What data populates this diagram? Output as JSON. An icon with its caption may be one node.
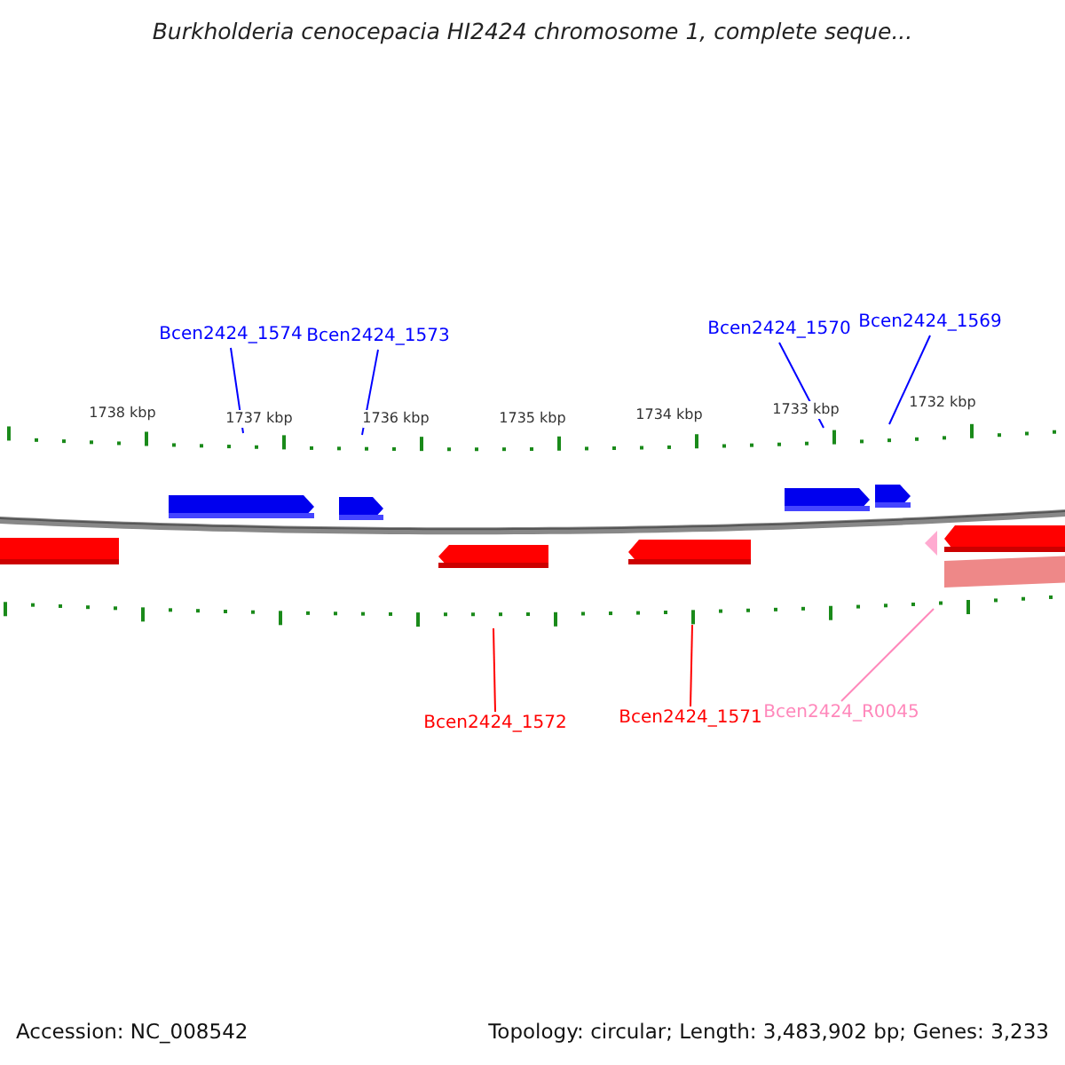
{
  "diagram": {
    "title": "Burkholderia cenocepacia HI2424 chromosome 1, complete seque...",
    "nodes": [
      {
        "text": [
          "Bcen2424_1574"
        ]
      },
      {
        "text": [
          "Bcen2424_1573"
        ]
      },
      {
        "text": [
          "Bcen2424_1570"
        ]
      },
      {
        "text": [
          "Bcen2424_1569"
        ]
      },
      {
        "text": [
          "Bcen2424_1572"
        ]
      },
      {
        "text": [
          "Bcen2424_1571"
        ]
      },
      {
        "text": [
          "Bcen2424_R0045"
        ]
      },
      {
        "text": [],
        "shape": "scale",
        "beside": [
          "1738 kbp",
          "1737 kbp",
          "1736 kbp",
          "1735 kbp",
          "1734 kbp",
          "1733 kbp",
          "1732 kbp"
        ]
      },
      {
        "text": [],
        "shape": "scale"
      }
    ],
    "edges": [
      {
        "from": 0,
        "to": 7,
        "arrow": "none"
      },
      {
        "from": 1,
        "to": 7,
        "arrow": "none"
      },
      {
        "from": 2,
        "to": 7,
        "arrow": "none"
      },
      {
        "from": 3,
        "to": 7,
        "arrow": "none"
      },
      {
        "from": 4,
        "to": 8,
        "arrow": "none",
        "color": "#ff0000"
      },
      {
        "from": 5,
        "to": 8,
        "arrow": "none",
        "color": "#ff0000"
      },
      {
        "from": 6,
        "to": 8,
        "arrow": "none",
        "color": "#ff88bb"
      }
    ],
    "labels": [
      "Accession: NC_008542",
      "Topology: circular; Length: 3,483,902 bp; Genes: 3,233"
    ]
  }
}
